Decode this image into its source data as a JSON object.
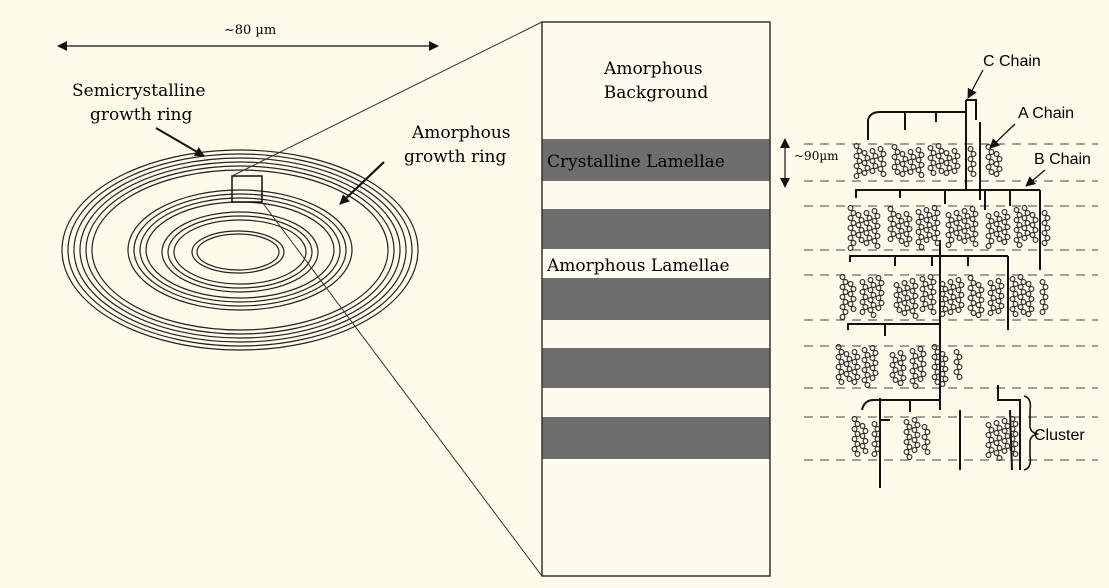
{
  "granule": {
    "scale_label": "~80 µm",
    "semicrystalline_label": [
      "Semicrystalline",
      "growth ring"
    ],
    "amorphous_label": [
      "Amorphous",
      "growth ring"
    ]
  },
  "lamellae": {
    "background_label": [
      "Amorphous",
      "Background"
    ],
    "crystalline_label": "Crystalline Lamellae",
    "amorphous_label": "Amorphous Lamellae",
    "spacing_label": "~90µm"
  },
  "cluster": {
    "c_chain_label": "C Chain",
    "a_chain_label": "A Chain",
    "b_chain_label": "B Chain",
    "cluster_label": "Cluster"
  },
  "colors": {
    "background": "#fdfbe9",
    "crystalline_band": "#6e6e6e",
    "line": "#111111"
  }
}
